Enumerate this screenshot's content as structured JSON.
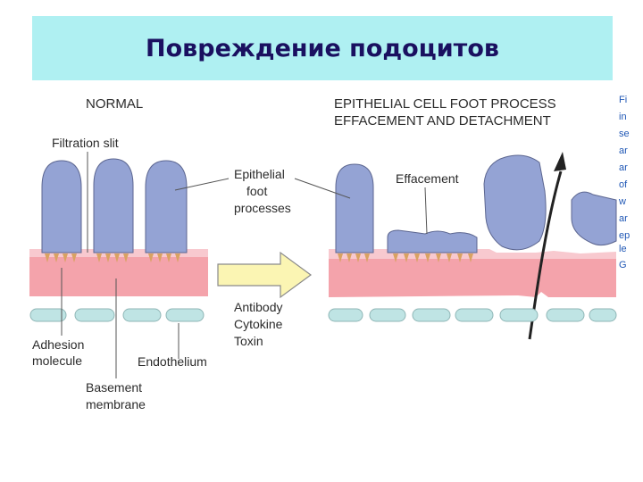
{
  "title": "Повреждение подоцитов",
  "colors": {
    "banner": "#aff0f2",
    "foot_process": "#94a3d4",
    "basement_membrane": "#f4a3ab",
    "adhesion_molecule": "#d9a262",
    "endothelium": "#bfe4e4",
    "arrow": "#fbf5b3",
    "side_text": "#1f57b5"
  },
  "panels": {
    "normal": {
      "heading": "NORMAL"
    },
    "injured": {
      "heading_line1": "EPITHELIAL CELL FOOT PROCESS",
      "heading_line2": "EFFACEMENT AND DETACHMENT"
    }
  },
  "labels": {
    "filtration_slit": "Filtration slit",
    "epithelial_line1": "Epithelial",
    "epithelial_line2": "foot",
    "epithelial_line3": "processes",
    "effacement": "Effacement",
    "adhesion_line1": "Adhesion",
    "adhesion_line2": "molecule",
    "endothelium": "Endothelium",
    "basement_line1": "Basement",
    "basement_line2": "membrane",
    "cause_line1": "Antibody",
    "cause_line2": "Cytokine",
    "cause_line3": "Toxin"
  },
  "side_text_fragments": [
    "Fi",
    "in",
    "se",
    "ar",
    "ar",
    "of",
    "w",
    "ar",
    "ep",
    "le",
    "G"
  ]
}
